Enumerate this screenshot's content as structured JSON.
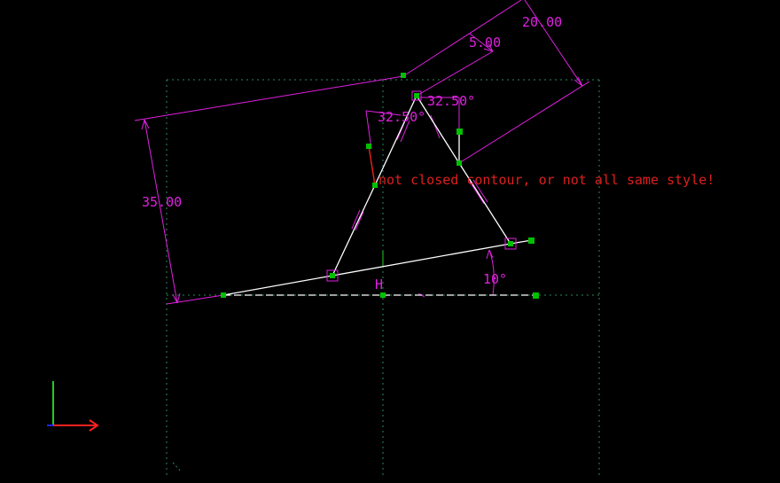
{
  "app": {
    "kind": "sketcher-canvas"
  },
  "colors": {
    "background": "#000000",
    "geometry": "#ffffff",
    "dimension": "#e020e0",
    "warning": "#dd1f1f",
    "point": "#00c000",
    "construction": "#2a8a5a",
    "axis_x": "#ff2020",
    "axis_y": "#20d020",
    "axis_z": "#2020ff"
  },
  "dimensions": {
    "width_35": "35.00",
    "width_20": "20.00",
    "width_5": "5.00",
    "angle_left": "32.50°",
    "angle_right": "32.50°",
    "angle_10": "10°"
  },
  "constraints": {
    "horizontal": "H"
  },
  "messages": {
    "warning": "not closed contour, or not all same style!"
  },
  "icons": {
    "axis_triad": "coordinate-axes-icon"
  }
}
